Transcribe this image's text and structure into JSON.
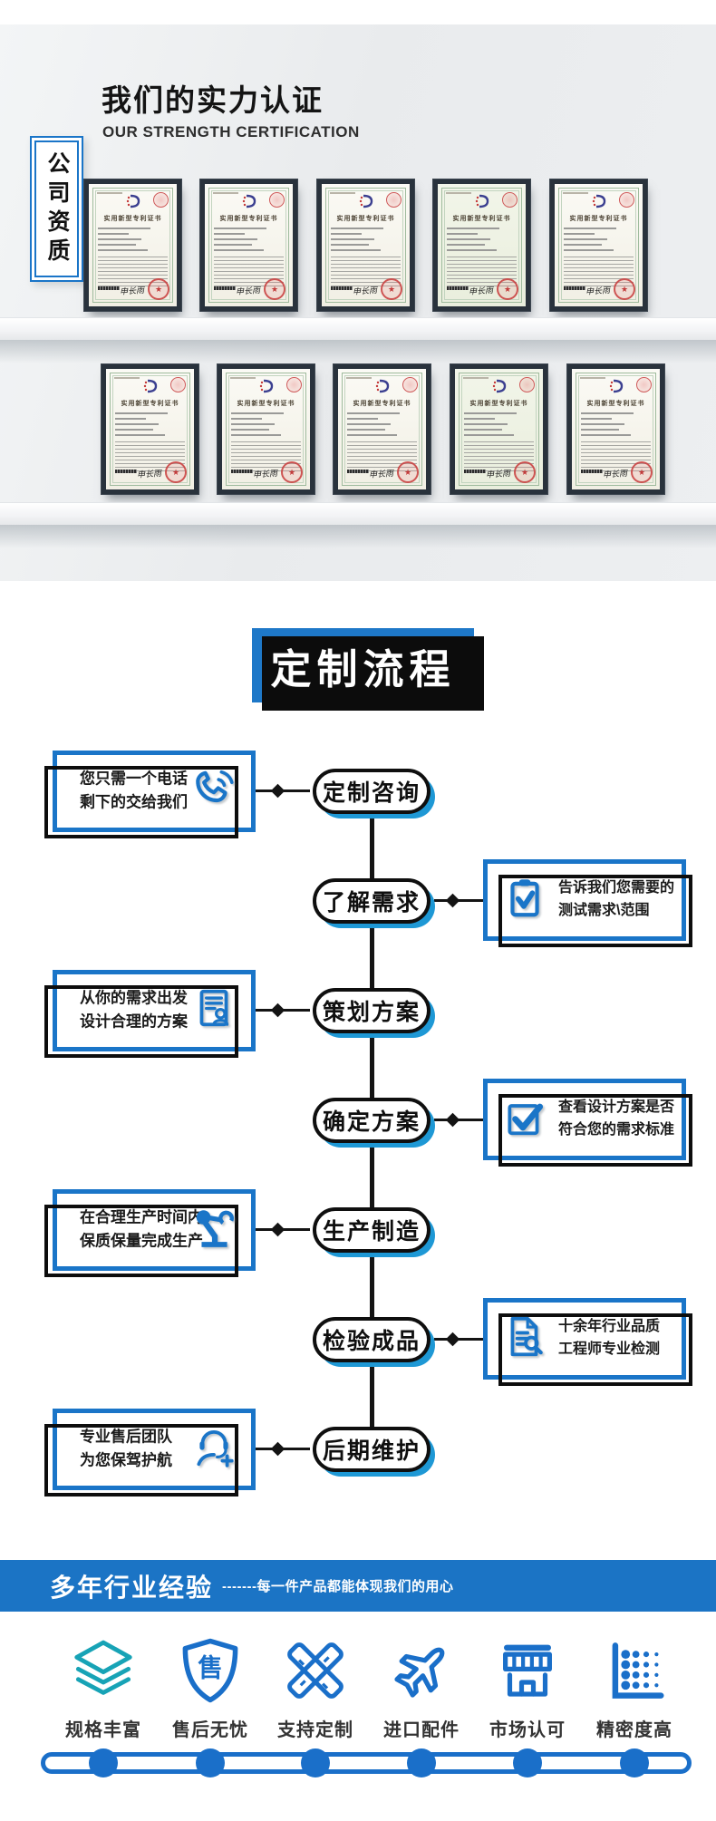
{
  "colors": {
    "accent_blue": "#1a75c8",
    "banner_blue": "#1b74c5",
    "pill_shadow_blue": "#1e98d5",
    "teal_icon": "#17a3b6",
    "frame_dark": "#29323c"
  },
  "qualifications": {
    "tab_label": "公司资质",
    "title": "我们的实力认证",
    "subtitle": "OUR STRENGTH CERTIFICATION",
    "certificate_title": "实用新型专利证书",
    "certificate_signature": "申长雨",
    "certificate_count": 10
  },
  "flow": {
    "title": "定制流程",
    "steps": [
      {
        "label": "定制咨询",
        "side": "left",
        "desc_line1": "您只需一个电话",
        "desc_line2": "剩下的交给我们",
        "icon": "phone-icon"
      },
      {
        "label": "了解需求",
        "side": "right",
        "desc_line1": "告诉我们您需要的",
        "desc_line2": "测试需求\\范围",
        "icon": "clipboard-check-icon"
      },
      {
        "label": "策划方案",
        "side": "left",
        "desc_line1": "从你的需求出发",
        "desc_line2": "设计合理的方案",
        "icon": "resume-icon"
      },
      {
        "label": "确定方案",
        "side": "right",
        "desc_line1": "查看设计方案是否",
        "desc_line2": "符合您的需求标准",
        "icon": "checkbox-icon"
      },
      {
        "label": "生产制造",
        "side": "left",
        "desc_line1": "在合理生产时间内",
        "desc_line2": "保质保量完成生产",
        "icon": "robot-arm-icon"
      },
      {
        "label": "检验成品",
        "side": "right",
        "desc_line1": "十余年行业品质",
        "desc_line2": "工程师专业检测",
        "icon": "doc-search-icon"
      },
      {
        "label": "后期维护",
        "side": "left",
        "desc_line1": "专业售后团队",
        "desc_line2": "为您保驾护航",
        "icon": "headset-plus-icon"
      }
    ]
  },
  "experience": {
    "title": "多年行业经验",
    "subtitle": "-------每一件产品都能体现我们的用心"
  },
  "features": {
    "items": [
      {
        "label": "规格丰富",
        "icon": "layers-icon"
      },
      {
        "label": "售后无忧",
        "icon": "shield-icon",
        "icon_text": "售"
      },
      {
        "label": "支持定制",
        "icon": "ruler-pencil-icon"
      },
      {
        "label": "进口配件",
        "icon": "airplane-icon"
      },
      {
        "label": "市场认可",
        "icon": "storefront-icon"
      },
      {
        "label": "精密度高",
        "icon": "dot-chart-icon"
      }
    ]
  }
}
